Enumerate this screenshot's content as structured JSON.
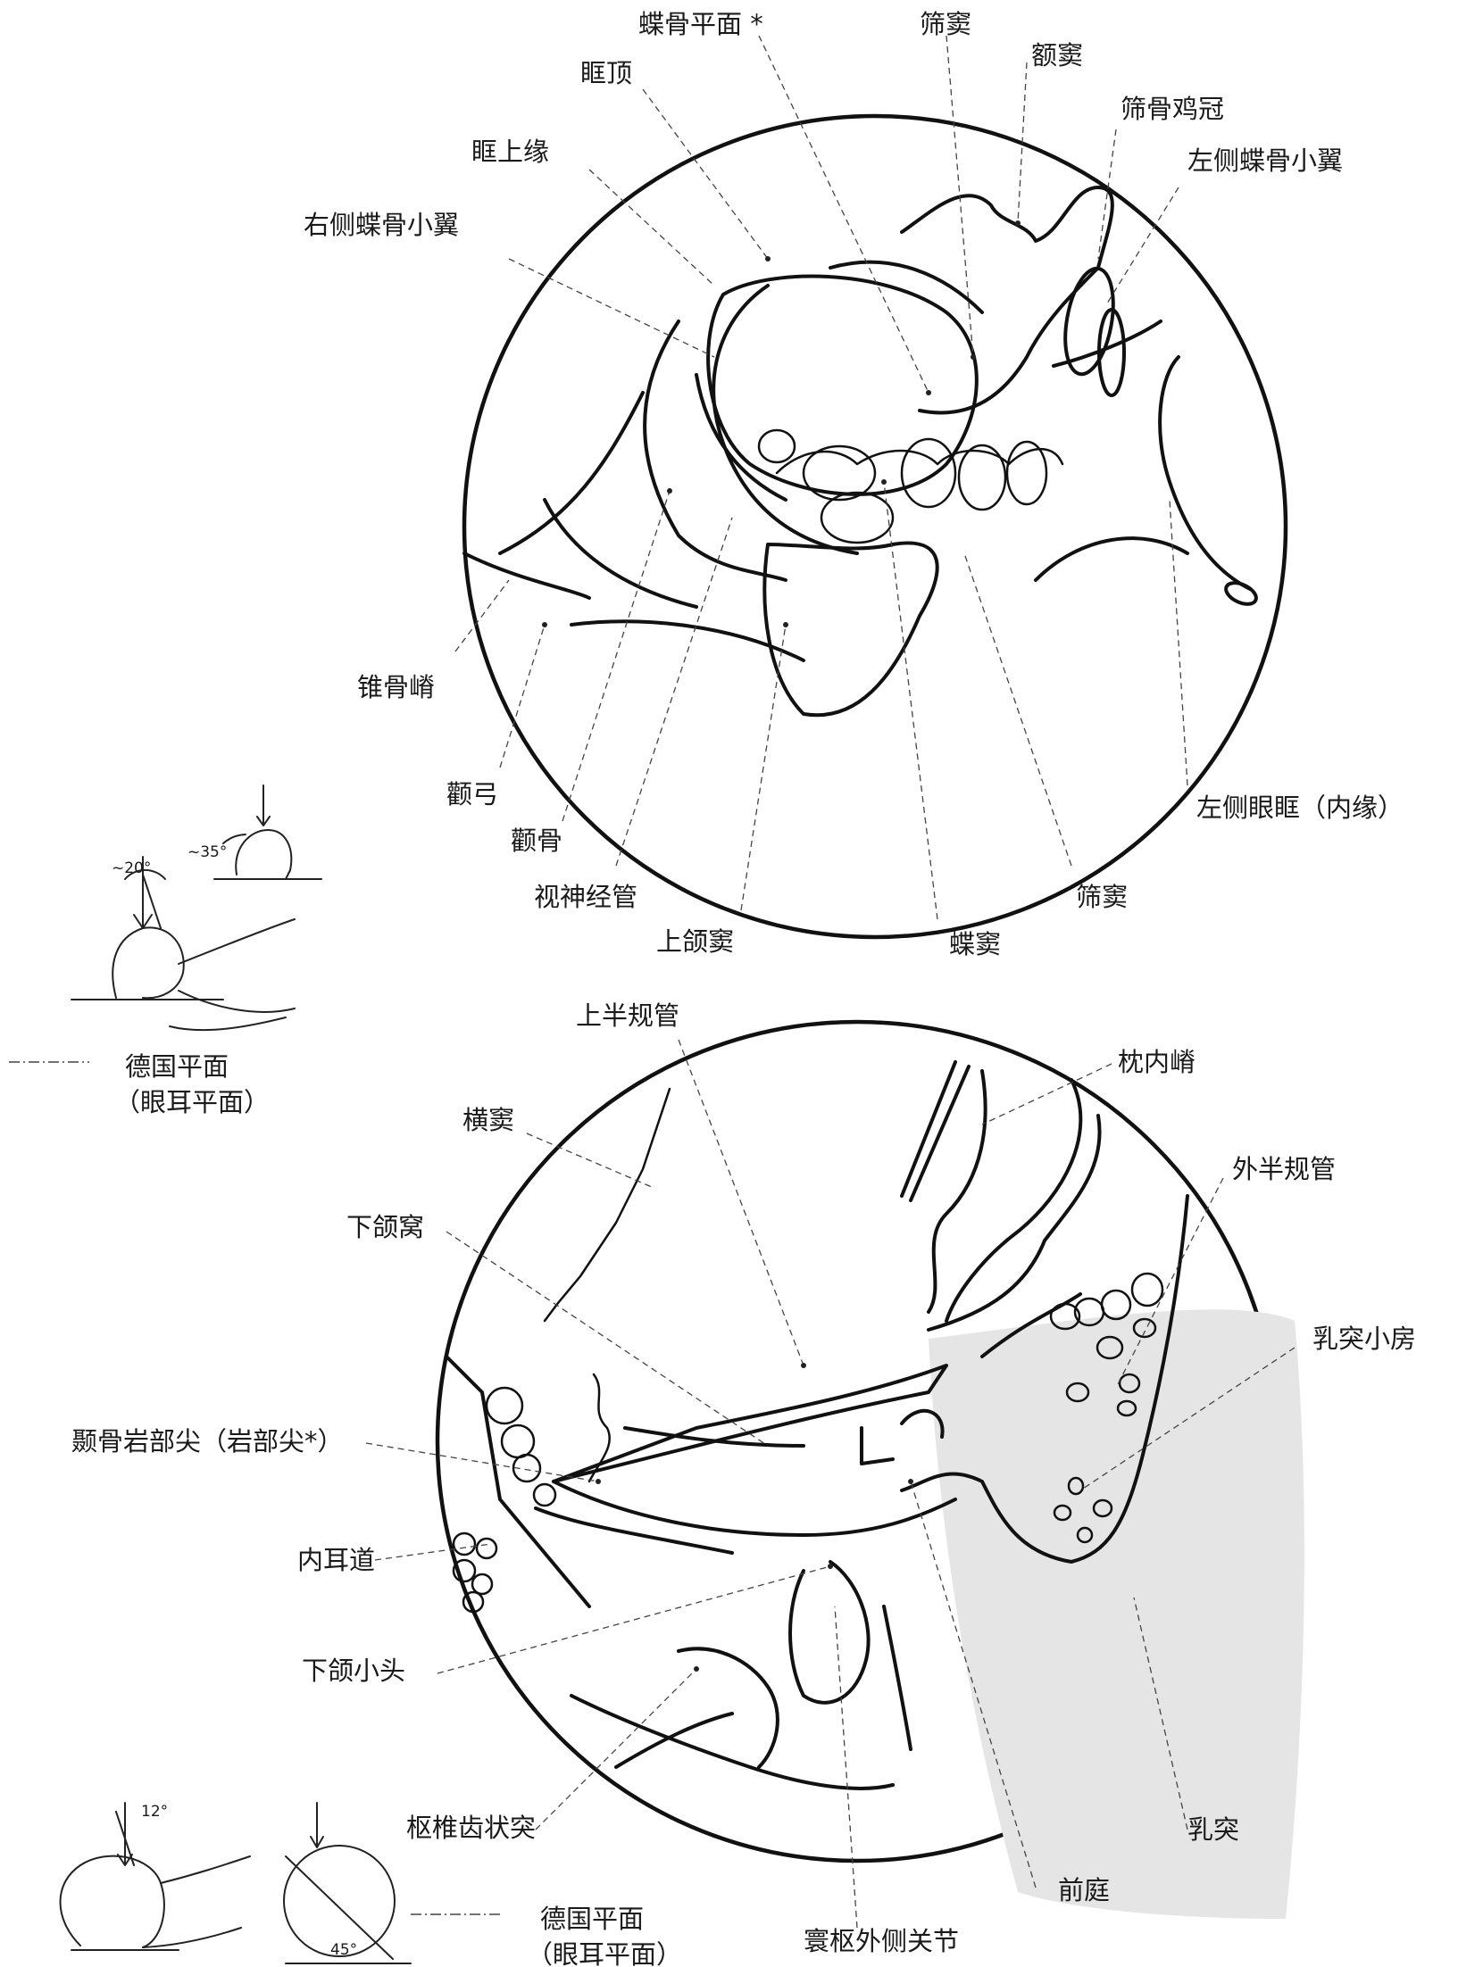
{
  "top_panel": {
    "labels": {
      "planum_sphenoidale": "蝶骨平面 *",
      "ethmoid_sinus_top": "筛窦",
      "frontal_sinus": "额窦",
      "orbital_roof": "眶顶",
      "crista_galli": "筛骨鸡冠",
      "left_lesser_wing": "左侧蝶骨小翼",
      "supraorbital_margin": "眶上缘",
      "right_lesser_wing": "右侧蝶骨小翼",
      "innominate_line": "锥骨嵴",
      "zygomatic_arch": "颧弓",
      "zygomatic_bone": "颧骨",
      "optic_canal": "视神经管",
      "maxillary_sinus": "上颌窦",
      "sphenoid_sinus": "蝶窦",
      "ethmoid_sinus_bottom": "筛窦",
      "left_orbit_medial": "左侧眼眶（内缘）"
    },
    "position": {
      "angle_1": "~20°",
      "angle_2": "~35°",
      "legend_plane": "德国平面",
      "legend_plane_sub": "（眼耳平面）"
    }
  },
  "bottom_panel": {
    "labels": {
      "superior_canal": "上半规管",
      "internal_occipital_crest": "枕内嵴",
      "transverse_sinus": "横窦",
      "lateral_canal": "外半规管",
      "mandibular_fossa": "下颌窝",
      "mastoid_cells": "乳突小房",
      "petrous_apex": "颞骨岩部尖（岩部尖*）",
      "internal_auditory_canal": "内耳道",
      "mandibular_condyle": "下颌小头",
      "dens": "枢椎齿状突",
      "mastoid": "乳突",
      "vestibule": "前庭",
      "atlanto_occipital_joint": "寰枢外侧关节"
    },
    "position": {
      "angle_1": "12°",
      "angle_2": "45°",
      "legend_plane": "德国平面",
      "legend_plane_sub": "（眼耳平面）"
    }
  }
}
